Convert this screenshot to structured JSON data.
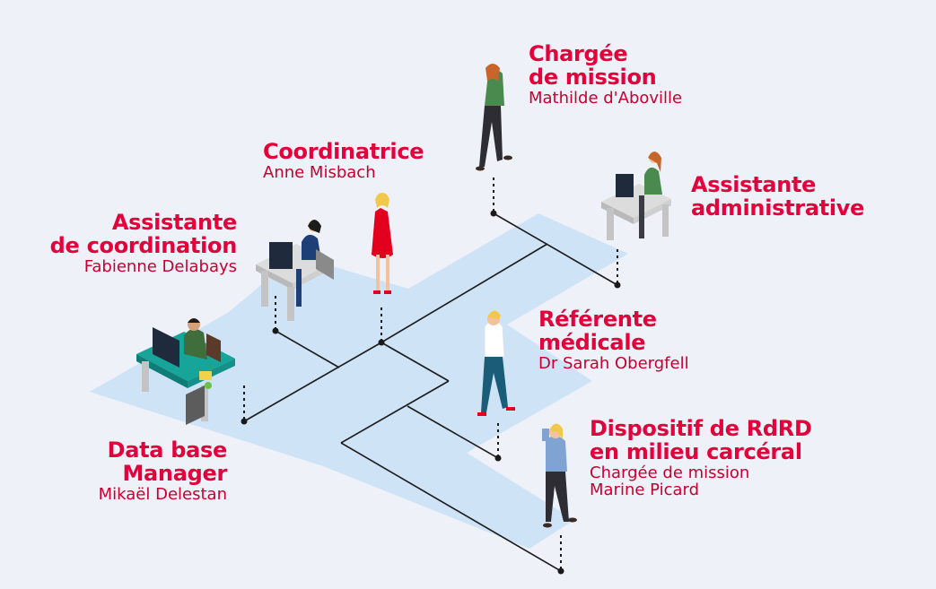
{
  "colors": {
    "background": "#eef1f8",
    "floor": "#cfe3f7",
    "title": "#e4003a",
    "subtitle": "#c8002f",
    "line": "#1a1a1a"
  },
  "roles": {
    "charge_mission": {
      "title": [
        "Chargée",
        "de mission"
      ],
      "name": "Mathilde d'Aboville"
    },
    "coordinatrice": {
      "title": [
        "Coordinatrice"
      ],
      "name": "Anne Misbach"
    },
    "assistante_admin": {
      "title": [
        "Assistante",
        "administrative"
      ]
    },
    "assistante_coord": {
      "title": [
        "Assistante",
        "de coordination"
      ],
      "name": "Fabienne Delabays"
    },
    "referente": {
      "title": [
        "Référente",
        "médicale"
      ],
      "name": "Dr Sarah Obergfell"
    },
    "dispositif": {
      "title": [
        "Dispositif de RdRD",
        "en milieu carcéral"
      ],
      "role": "Chargée de mission",
      "name": "Marine Picard"
    },
    "database": {
      "title": [
        "Data base",
        "Manager"
      ],
      "name": "Mikaël Delestan"
    }
  },
  "icons": [
    "woman-walking-icon",
    "woman-standing-red-dress-icon",
    "woman-at-desk-icon",
    "man-at-desk-icon",
    "woman-on-phone-icon"
  ]
}
